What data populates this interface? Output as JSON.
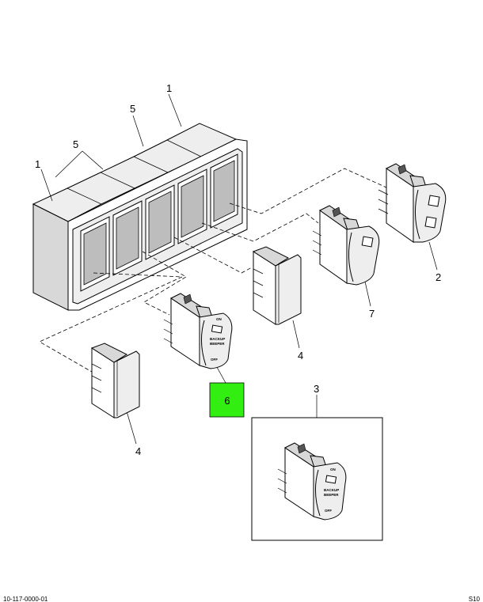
{
  "callouts": {
    "housing_top": "1",
    "housing_left": "1",
    "cover_top": "5",
    "covers_left": "5",
    "switch_right": "2",
    "switch_mid": "7",
    "blank_center": "4",
    "blank_left": "4",
    "switch_highlighted": "6",
    "kit": "3"
  },
  "switch_text": {
    "on": "ON",
    "legend_line1": "BACKUP",
    "legend_line2": "BEEPER",
    "off": "OFF"
  },
  "kit_switch_text": {
    "on": "ON",
    "legend_line1": "BACKUP",
    "legend_line2": "BEEPER",
    "off": "OFF"
  },
  "footer": {
    "left": "10-117-0000-01",
    "right": "S10"
  },
  "colors": {
    "highlight": "#33ee11"
  }
}
